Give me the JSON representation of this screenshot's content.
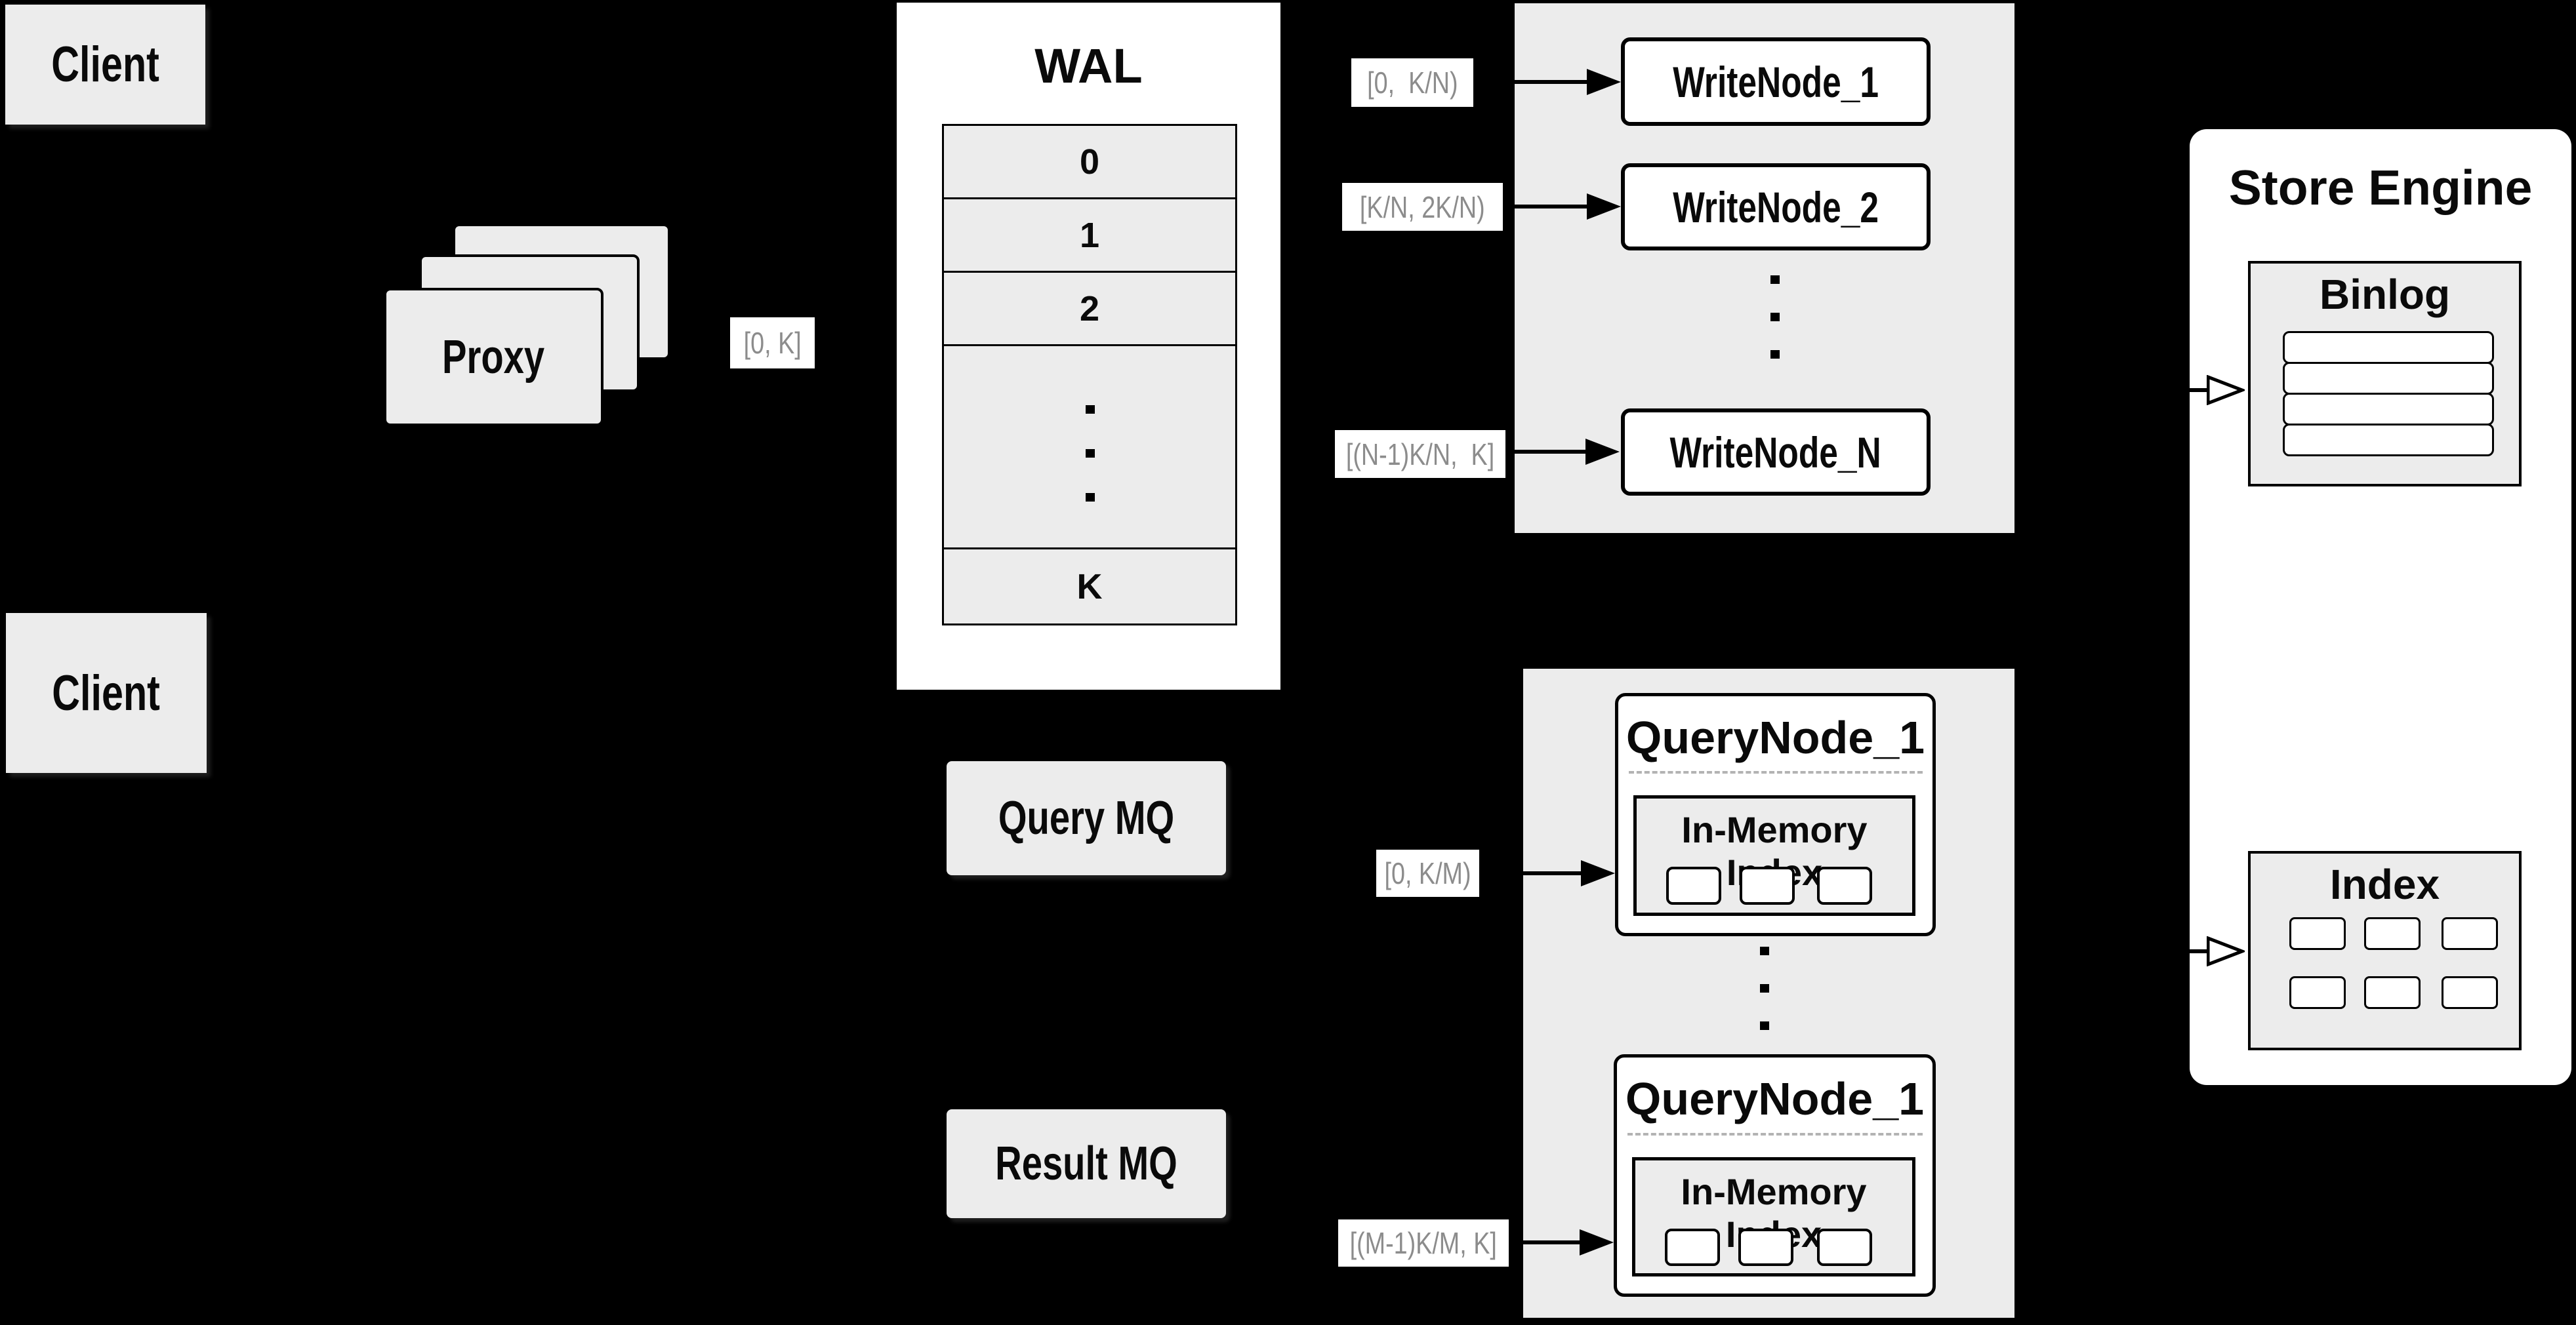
{
  "colors": {
    "background": "#000000",
    "box_gray": "#ececec",
    "panel_white": "#ffffff",
    "border_black": "#000000",
    "range_label_text": "#8c8c8c"
  },
  "clients": {
    "top_label": "Client",
    "bottom_label": "Client"
  },
  "proxy": {
    "label": "Proxy"
  },
  "ingest_range_label": "[0, K]",
  "wal": {
    "title": "WAL",
    "segments": [
      "0",
      "1",
      "2"
    ],
    "last_segment": "K"
  },
  "write_group": {
    "range_labels": {
      "node1": "[0,  K/N)",
      "node2": "[K/N, 2K/N)",
      "nodeN": "[(N-1)K/N,  K]"
    },
    "nodes": {
      "node1": "WriteNode_1",
      "node2": "WriteNode_2",
      "nodeN": "WriteNode_N"
    }
  },
  "store_engine": {
    "title": "Store Engine",
    "binlog": {
      "title": "Binlog"
    },
    "index": {
      "title": "Index"
    }
  },
  "queues": {
    "query_mq": "Query MQ",
    "result_mq": "Result MQ"
  },
  "query_group": {
    "range_labels": {
      "top": "[0, K/M)",
      "bottom": "[(M-1)K/M, K]"
    },
    "nodes": {
      "top": {
        "title": "QueryNode_1",
        "inmem_title": "In-Memory Index"
      },
      "bottom": {
        "title": "QueryNode_1",
        "inmem_title": "In-Memory Index"
      }
    }
  }
}
